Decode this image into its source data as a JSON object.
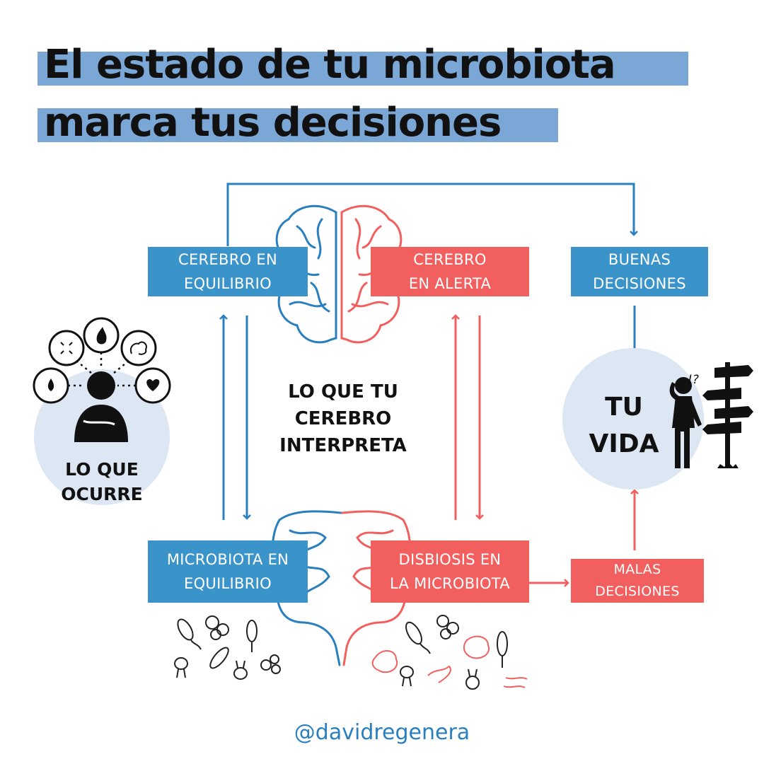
{
  "title": {
    "line1": "El estado de tu microbiota",
    "line2": "marca tus decisiones"
  },
  "boxes": {
    "brain_balance": {
      "line1": "CEREBRO EN",
      "line2": "EQUILIBRIO"
    },
    "brain_alert": {
      "line1": "CEREBRO",
      "line2": "EN ALERTA"
    },
    "good_decisions": {
      "line1": "BUENAS",
      "line2": "DECISIONES"
    },
    "microbiota_balance": {
      "line1": "MICROBIOTA EN",
      "line2": "EQUILIBRIO"
    },
    "dysbiosis": {
      "line1": "DISBIOSIS EN",
      "line2": "LA MICROBIOTA"
    },
    "bad_decisions": {
      "line1": "MALAS",
      "line2": "DECISIONES"
    }
  },
  "center": {
    "line1": "LO QUE TU",
    "line2": "CEREBRO",
    "line3": "INTERPRETA"
  },
  "left_circle": {
    "line1": "LO QUE",
    "line2": "OCURRE"
  },
  "right_circle": {
    "line1": "TU",
    "line2": "VIDA",
    "mark": "!?"
  },
  "footer": {
    "handle": "@davidregenera"
  },
  "colors": {
    "blue": "#3b94c9",
    "red": "#f25f5f",
    "title_highlight": "#7ba7d6",
    "circle": "#dde6f3"
  }
}
